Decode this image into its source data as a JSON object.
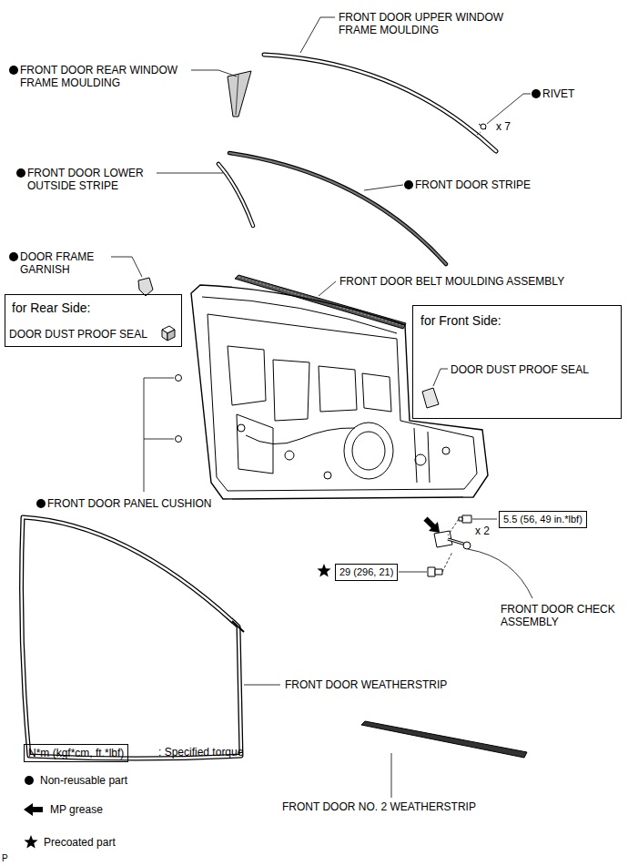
{
  "diagram": {
    "nodes": [
      {
        "text": [
          "for Rear Side:",
          "DOOR DUST PROOF SEAL"
        ]
      },
      {
        "text": [
          "for Front Side:",
          "DOOR DUST PROOF SEAL"
        ]
      },
      {
        "text": [
          "5.5 (56, 49 in.*lbf)"
        ]
      },
      {
        "text": [
          "29 (296, 21)"
        ]
      },
      {
        "text": [
          "N*m (kgf*cm, ft.*lbf)"
        ]
      }
    ],
    "labels": [
      "FRONT DOOR UPPER WINDOW FRAME MOULDING",
      "FRONT DOOR REAR WINDOW FRAME MOULDING",
      "RIVET",
      "x 7",
      "FRONT DOOR LOWER OUTSIDE STRIPE",
      "FRONT DOOR STRIPE",
      "DOOR FRAME GARNISH",
      "FRONT DOOR BELT MOULDING ASSEMBLY",
      "FRONT DOOR PANEL CUSHION",
      "x 2",
      "FRONT DOOR CHECK ASSEMBLY",
      "FRONT DOOR WEATHERSTRIP",
      "FRONT DOOR NO. 2 WEATHERSTRIP",
      "P"
    ],
    "legend": [
      {
        "text": ": Specified torque"
      },
      {
        "text": "Non-reusable part"
      },
      {
        "text": "MP grease"
      },
      {
        "text": "Precoated part"
      }
    ]
  }
}
